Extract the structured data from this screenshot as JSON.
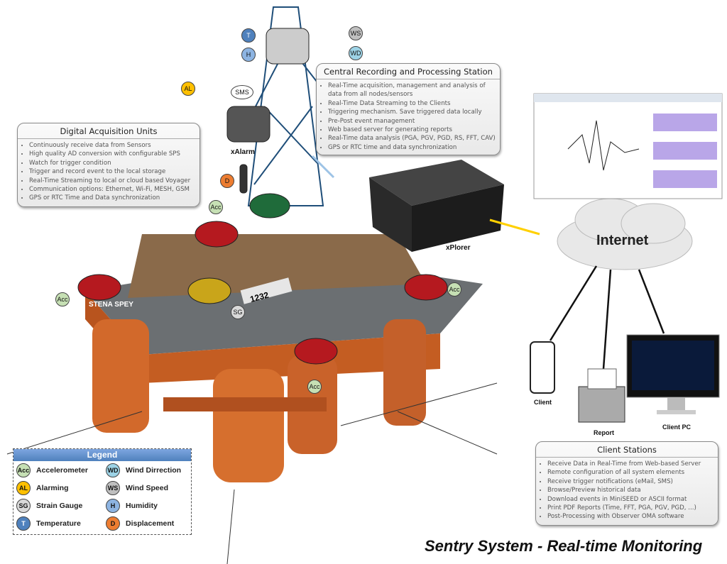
{
  "central_station": {
    "title": "Central Recording and Processing Station",
    "items": [
      "Real-Time acquisition, management and analysis of data from all nodes/sensors",
      "Real-Time Data Streaming to the Clients",
      "Triggering mechanism. Save triggered data locally",
      "Pre-Post event management",
      "Web based server for generating reports",
      "Real-Time data analysis (PGA, PGV, PGD, RS, FFT, CAV)",
      "GPS or RTC time and data synchronization"
    ]
  },
  "acquisition_units": {
    "title": "Digital Acquisition Units",
    "items": [
      "Continuously receive data from Sensors",
      "High quality AD conversion with configurable SPS",
      "Watch for trigger condition",
      "Trigger and record event to the local storage",
      "Real-Time Streaming to local or cloud based Voyager",
      "Communication options: Ethernet, Wi-Fi, MESH, GSM",
      "GPS or RTC Time and Data synchronization"
    ]
  },
  "client_stations": {
    "title": "Client Stations",
    "items": [
      "Receive Data in Real-Time from Web-based Server",
      "Remote configuration of all system elements",
      "Receive trigger notifications (eMail, SMS)",
      "Browse/Preview historical data",
      "Download events in MiniSEED or ASCII format",
      "Print PDF Reports (Time, FFT, PGA, PGV, PGD, ...)",
      "Post-Processing with Observer OMA software"
    ]
  },
  "labels": {
    "xalarm": "xAlarm",
    "xplorer": "xPlorer",
    "internet": "Internet",
    "client": "Client",
    "report": "Report",
    "client_pc": "Client PC",
    "sms": "SMS",
    "platform_name": "STENA SPEY",
    "helideck": "1232"
  },
  "badges": {
    "acc": "Acc",
    "al": "AL",
    "sg": "SG",
    "t": "T",
    "wd": "WD",
    "ws": "WS",
    "h": "H",
    "d": "D"
  },
  "colors": {
    "acc": "#c6e0b4",
    "al": "#ffc000",
    "sg": "#d9d9d9",
    "t": "#4f81bd",
    "wd": "#9dd3e6",
    "ws": "#bfbfbf",
    "h": "#8db4e2",
    "d": "#ed7d31"
  },
  "legend": {
    "title": "Legend",
    "items": [
      {
        "code": "Acc",
        "label": "Accelerometer"
      },
      {
        "code": "WD",
        "label": "Wind Dirrection"
      },
      {
        "code": "AL",
        "label": "Alarming"
      },
      {
        "code": "WS",
        "label": "Wind Speed"
      },
      {
        "code": "SG",
        "label": "Strain Gauge"
      },
      {
        "code": "H",
        "label": "Humidity"
      },
      {
        "code": "T",
        "label": "Temperature"
      },
      {
        "code": "D",
        "label": "Displacement"
      }
    ]
  },
  "title": "Sentry System - Real-time Monitoring"
}
